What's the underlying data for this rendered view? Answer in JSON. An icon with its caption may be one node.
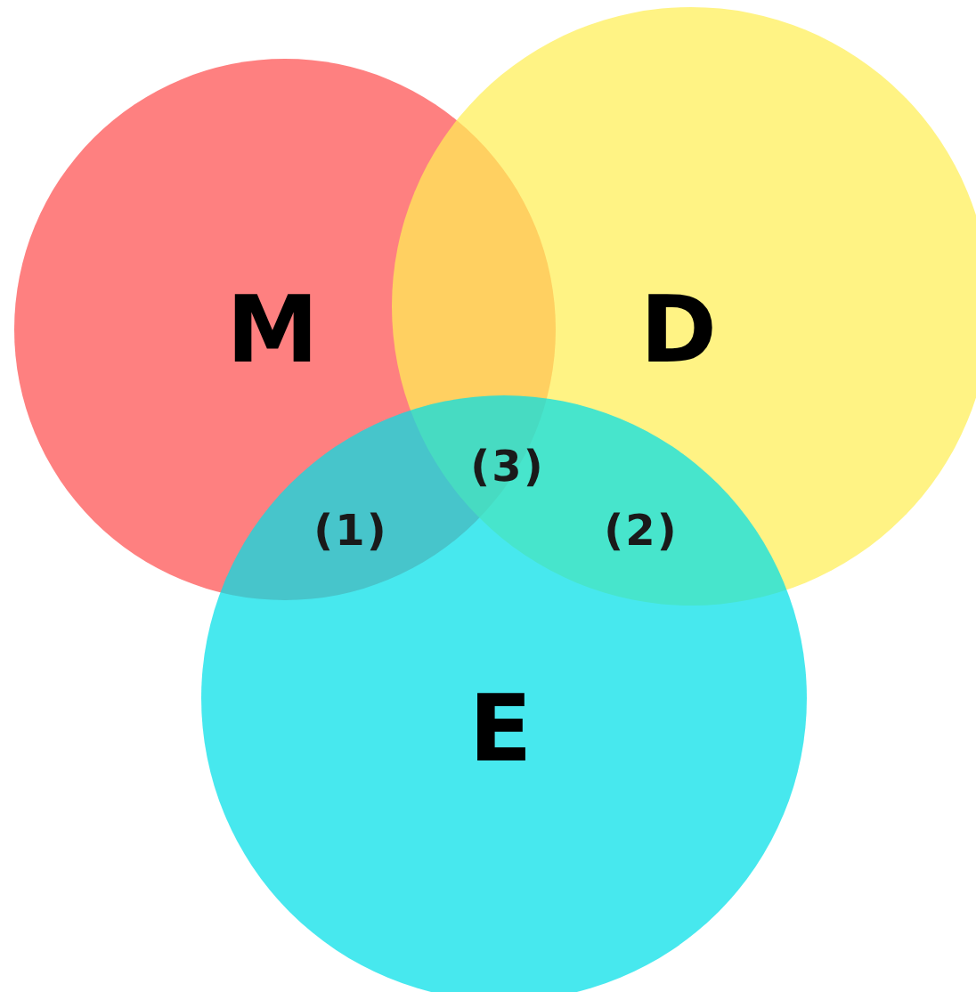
{
  "diagram": {
    "nodes": [
      {
        "text": [
          "M"
        ]
      },
      {
        "text": [
          "D"
        ]
      },
      {
        "text": [
          "E"
        ]
      }
    ],
    "labels": [
      "(3)",
      "(1)",
      "(2)"
    ]
  }
}
